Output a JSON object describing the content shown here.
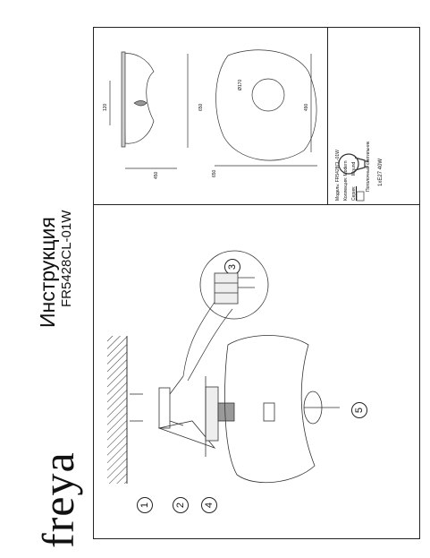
{
  "brand": "freya",
  "title": "Инструкция",
  "model": "FR5428CL-01W",
  "steps": [
    "1",
    "2",
    "3",
    "4",
    "5"
  ],
  "specs": {
    "model_line": "Модель: FR5428CL-01W",
    "collection_line": "Коллекция: Modern",
    "mount_label": "Серия:",
    "mount_value": "Mound",
    "type_line": "Потолочный светильник"
  },
  "lamp": {
    "spec": "1xE27 40W"
  },
  "dims": {
    "side_height": "120",
    "side_depth": "450",
    "side_width": "650",
    "front_width": "650",
    "front_depth": "490",
    "front_diam": "Ø170"
  }
}
